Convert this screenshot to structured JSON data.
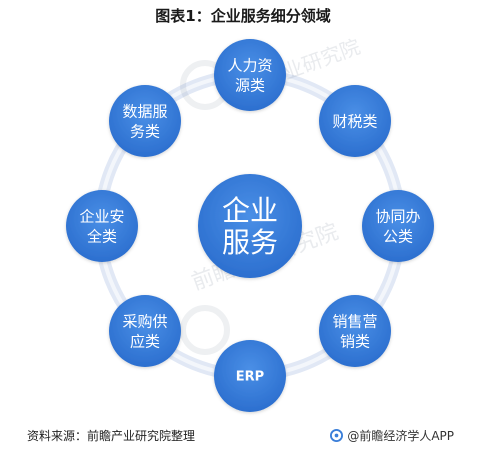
{
  "title": "图表1：企业服务细分领域",
  "center": {
    "line1": "企业",
    "line2": "服务"
  },
  "nodes": [
    {
      "id": "hr",
      "lines": [
        "人力资",
        "源类"
      ]
    },
    {
      "id": "tax",
      "lines": [
        "财税类"
      ]
    },
    {
      "id": "office",
      "lines": [
        "协同办",
        "公类"
      ]
    },
    {
      "id": "sales",
      "lines": [
        "销售营",
        "销类"
      ]
    },
    {
      "id": "erp",
      "lines": [
        "ERP"
      ]
    },
    {
      "id": "procurement",
      "lines": [
        "采购供",
        "应类"
      ]
    },
    {
      "id": "security",
      "lines": [
        "企业安",
        "全类"
      ]
    },
    {
      "id": "data",
      "lines": [
        "数据服",
        "务类"
      ]
    }
  ],
  "watermark": {
    "text": "前瞻产业研究院"
  },
  "footer": {
    "source": "资料来源：前瞻产业研究院整理",
    "brand": "@前瞻经济学人APP"
  },
  "colors": {
    "node_fill": "#3b7fd9",
    "center_fill": "#2f74cf",
    "ring_outer": "#dfe7f5",
    "ring_inner": "#ffffff",
    "text_on_node": "#ffffff"
  }
}
